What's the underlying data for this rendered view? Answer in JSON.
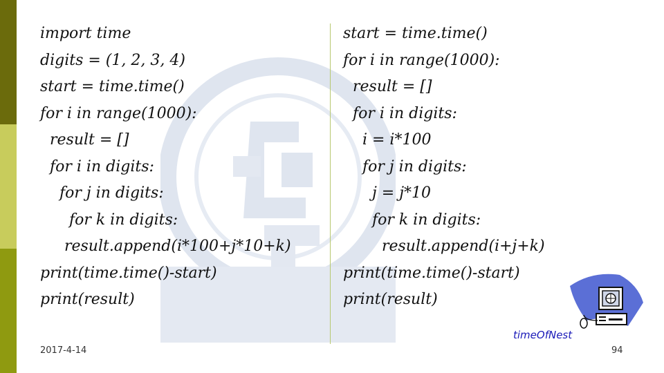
{
  "left_code": [
    "import time",
    "digits = (1, 2, 3, 4)",
    "start = time.time()",
    "for i in range(1000):",
    "  result = []",
    "  for i in digits:",
    "    for j in digits:",
    "      for k in digits:",
    "     result.append(i*100+j*10+k)",
    "print(time.time()-start)",
    "print(result)"
  ],
  "right_code": [
    "start = time.time()",
    "for i in range(1000):",
    "  result = []",
    "  for i in digits:",
    "    i = i*100",
    "    for j in digits:",
    "      j = j*10",
    "      for k in digits:",
    "        result.append(i+j+k)",
    "print(time.time()-start)",
    "print(result)"
  ],
  "footer": {
    "date": "2017-4-14",
    "page": "94"
  },
  "link": {
    "label": "timeOfNest"
  },
  "colors": {
    "sidebar_dark": "#6b6b0c",
    "sidebar_light": "#c8cc5c",
    "sidebar_mid": "#8f9a10",
    "divider": "#b7c870",
    "link": "#1a1ab8",
    "watermark": "#dfe5ef"
  }
}
